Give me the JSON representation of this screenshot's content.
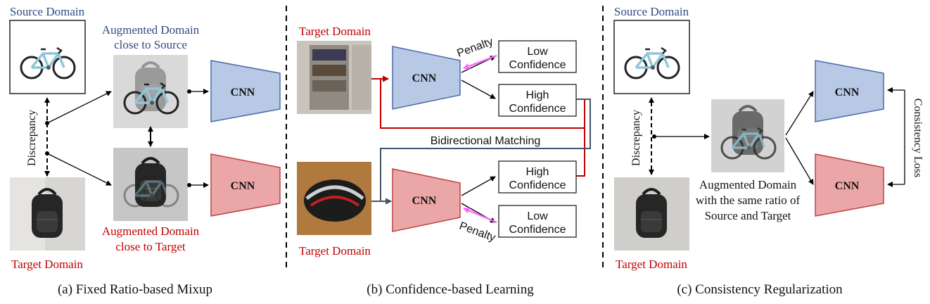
{
  "panel_a": {
    "source_domain": "Source Domain",
    "target_domain": "Target Domain",
    "aug_source_line1": "Augmented Domain",
    "aug_source_line2": "close to Source",
    "aug_target_line1": "Augmented Domain",
    "aug_target_line2": "close to Target",
    "discrepancy": "Discrepancy",
    "cnn_top": "CNN",
    "cnn_bottom": "CNN",
    "caption": "(a) Fixed Ratio-based Mixup"
  },
  "panel_b": {
    "target_domain_top": "Target Domain",
    "target_domain_bottom": "Target Domain",
    "cnn_top": "CNN",
    "cnn_bottom": "CNN",
    "penalty_top": "Penalty",
    "penalty_bottom": "Penalty",
    "low_conf_top_line1": "Low",
    "low_conf_top_line2": "Confidence",
    "high_conf_top_line1": "High",
    "high_conf_top_line2": "Confidence",
    "high_conf_bottom_line1": "High",
    "high_conf_bottom_line2": "Confidence",
    "low_conf_bottom_line1": "Low",
    "low_conf_bottom_line2": "Confidence",
    "bidirectional": "Bidirectional Matching",
    "caption": "(b) Confidence-based Learning"
  },
  "panel_c": {
    "source_domain": "Source Domain",
    "target_domain": "Target Domain",
    "discrepancy": "Discrepancy",
    "aug_line1": "Augmented Domain",
    "aug_line2": "with the same ratio of",
    "aug_line3": "Source and Target",
    "cnn_top": "CNN",
    "cnn_bottom": "CNN",
    "consistency_loss": "Consistency Loss",
    "caption": "(c) Consistency Regularization"
  },
  "colors": {
    "cnn_blue": "#b8c9e6",
    "cnn_red": "#eba7a7",
    "label_blue": "#2f4a85",
    "label_red": "#c00000",
    "matching_red": "#c00000",
    "matching_navy": "#44546a",
    "penalty_magenta": "#ff66ff"
  },
  "icons": [
    "bicycle-image",
    "backpack-image",
    "mixed-bicycle-backpack-image",
    "bookshelf-image",
    "helmet-image"
  ]
}
